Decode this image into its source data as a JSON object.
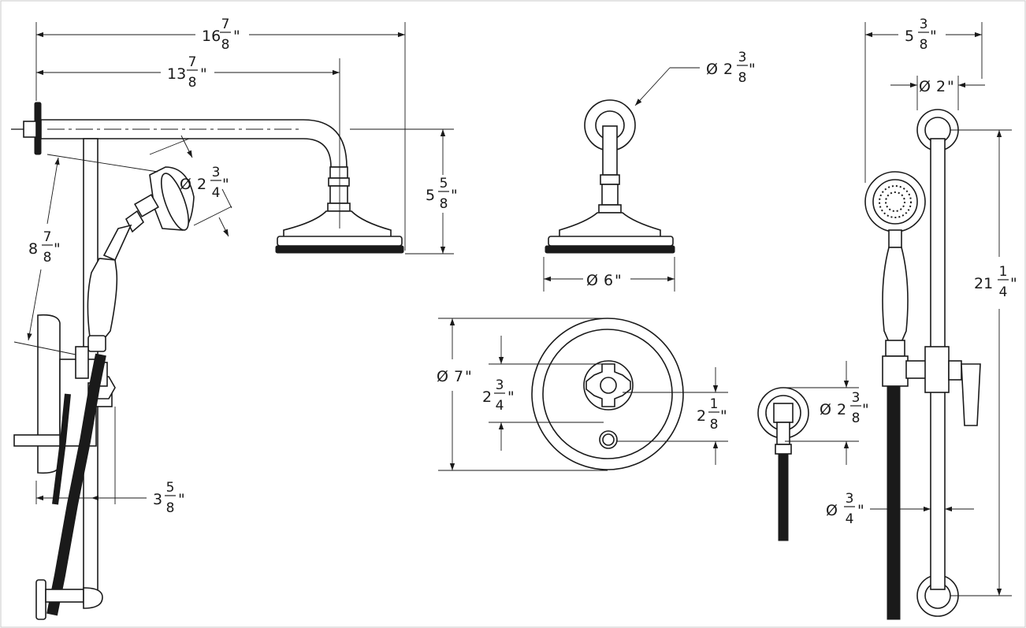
{
  "dimensions": {
    "overall_length": {
      "whole": "16",
      "num": "7",
      "den": "8",
      "unit": "\""
    },
    "arm_length": {
      "whole": "13",
      "num": "7",
      "den": "8",
      "unit": "\""
    },
    "handshower_dia": {
      "sym": "Ø",
      "whole": "2",
      "num": "3",
      "den": "4",
      "unit": "\""
    },
    "hose_length": {
      "whole": "8",
      "num": "7",
      "den": "8",
      "unit": "\""
    },
    "head_drop": {
      "whole": "5",
      "num": "5",
      "den": "8",
      "unit": "\""
    },
    "valve_depth": {
      "whole": "3",
      "num": "5",
      "den": "8",
      "unit": "\""
    },
    "flange_dia": {
      "sym": "Ø",
      "whole": "2",
      "num": "3",
      "den": "8",
      "unit": "\""
    },
    "head_dia": {
      "sym": "Ø",
      "text": "6",
      "unit": "\""
    },
    "trim_dia": {
      "sym": "Ø",
      "text": "7",
      "unit": "\""
    },
    "handle_to_center": {
      "whole": "2",
      "num": "3",
      "den": "4",
      "unit": "\""
    },
    "center_to_diverter": {
      "whole": "2",
      "num": "1",
      "den": "8",
      "unit": "\""
    },
    "outlet_dia": {
      "sym": "Ø",
      "whole": "2",
      "num": "3",
      "den": "8",
      "unit": "\""
    },
    "rail_offset": {
      "whole": "5",
      "num": "3",
      "den": "8",
      "unit": "\""
    },
    "rail_head_dia": {
      "sym": "Ø",
      "text": "2",
      "unit": "\""
    },
    "rail_length": {
      "whole": "21",
      "num": "1",
      "den": "4",
      "unit": "\""
    },
    "rail_dia": {
      "sym": "Ø",
      "num": "3",
      "den": "4",
      "unit": "\""
    }
  }
}
